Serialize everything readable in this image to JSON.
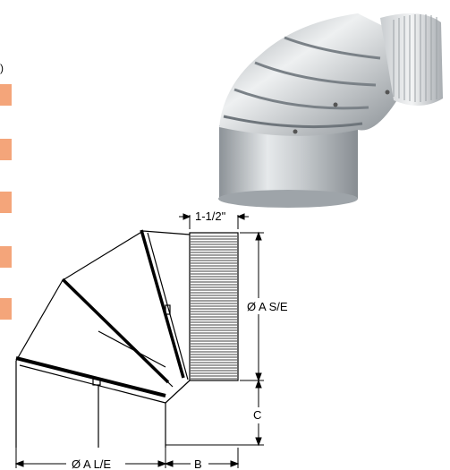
{
  "side_tabs": {
    "color": "#f4a57a",
    "count": 5
  },
  "labels": {
    "collar_width": "1-1/2\"",
    "diameter_se": "Ø A S/E",
    "dimension_c": "C",
    "diameter_le": "Ø A L/E",
    "dimension_b": "B"
  },
  "colors": {
    "metal_light": "#e9ecee",
    "metal_mid": "#b9bec3",
    "metal_dark": "#7d848a",
    "line": "#000000"
  }
}
